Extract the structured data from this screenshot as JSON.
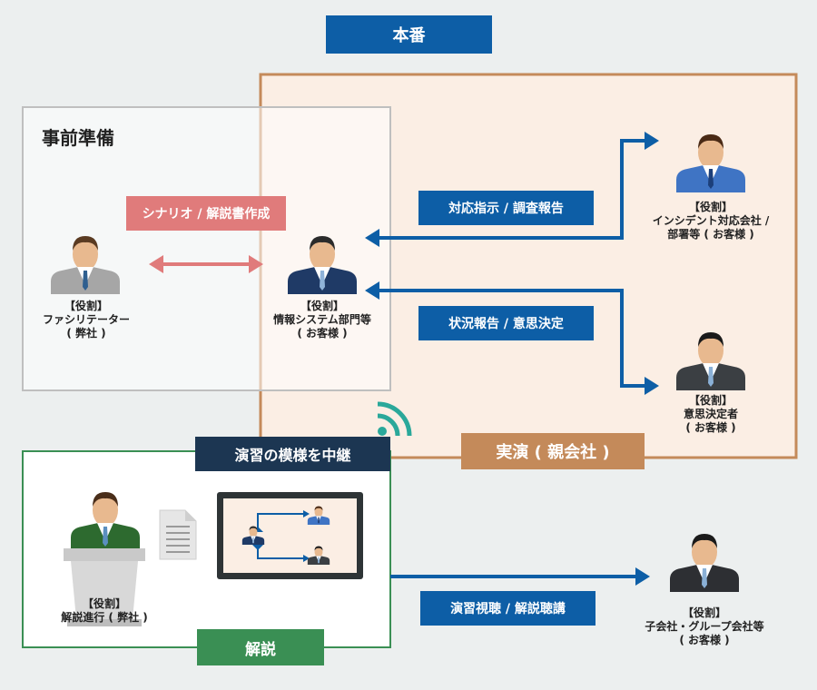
{
  "title": "本番",
  "prep": {
    "title": "事前準備",
    "arrow_label": "シナリオ / 解説書作成"
  },
  "live": {
    "tag": "実演 ( 親会社 )"
  },
  "relay": {
    "tag": "演習の模様を中継"
  },
  "commentary": {
    "tag": "解説"
  },
  "flows": {
    "instruction": "対応指示 / 調査報告",
    "status": "状況報告 / 意思決定",
    "viewing": "演習視聴 / 解説聴講"
  },
  "roles": {
    "facilitator": {
      "line1": "【役割】",
      "line2": "ファシリテーター",
      "line3": "( 弊社 )"
    },
    "it_dept": {
      "line1": "【役割】",
      "line2": "情報システム部門等",
      "line3": "( お客様 )"
    },
    "incident": {
      "line1": "【役割】",
      "line2": "インシデント対応会社 /",
      "line3": "部署等 ( お客様 )"
    },
    "decision": {
      "line1": "【役割】",
      "line2": "意思決定者",
      "line3": "( お客様 )"
    },
    "presenter": {
      "line1": "【役割】",
      "line2": "解説進行 ( 弊社 )"
    },
    "subsidiary": {
      "line1": "【役割】",
      "line2": "子会社・グループ会社等",
      "line3": "( お客様 )"
    }
  },
  "colors": {
    "navy_tag": "#0d5ea6",
    "live_border": "#c48a5a",
    "live_fill": "#fbeee4",
    "prep_arrow": "#e07b7b",
    "commentary_green": "#3a8f54",
    "relay_tag": "#1c3652"
  }
}
